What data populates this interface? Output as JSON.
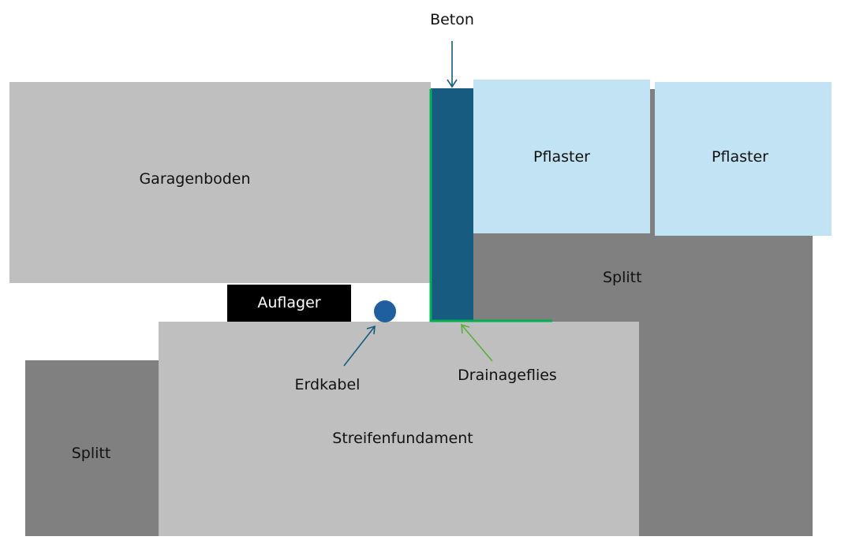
{
  "labels": {
    "beton": "Beton",
    "garagenboden": "Garagenboden",
    "pflaster_1": "Pflaster",
    "pflaster_2": "Pflaster",
    "splitt_right": "Splitt",
    "splitt_left": "Splitt",
    "auflager": "Auflager",
    "erdkabel": "Erdkabel",
    "drainagefliess": "Drainageflies",
    "streifenfundament": "Streifenfundament"
  },
  "colors": {
    "light_gray": "#bfbfbf",
    "dark_gray": "#808080",
    "beton": "#175c80",
    "pflaster": "#c1e3f3",
    "drain": "#00b050",
    "cable": "#1f5fa0",
    "auflager": "#000000"
  }
}
